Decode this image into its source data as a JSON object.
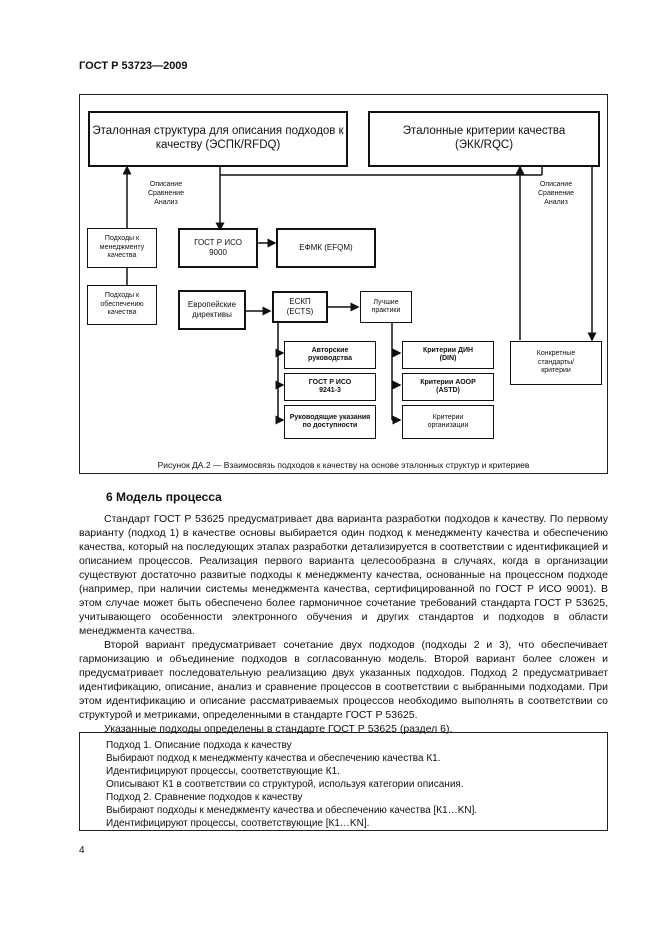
{
  "header": "ГОСТ Р 53723—2009",
  "diagram": {
    "box_escpk": "Эталонная структура для описания подходов к качеству (ЭСПК/RFDQ)",
    "box_ekk": "Эталонные критерии качества (ЭКК/RQC)",
    "label_left": "Описание Сравнение Анализ",
    "label_right": "Описание Сравнение Анализ",
    "box_approach_mgmt": "Подходы к менеджменту качества",
    "box_gost_iso9000": "ГОСТ Р ИСО 9000",
    "box_efqm": "ЕФМК (EFQM)",
    "box_approach_assur": "Подходы к обеспечению качества",
    "box_european": "Европейские директивы",
    "box_ects": "ЕСКП (ECTS)",
    "box_best": "Лучшие практики",
    "box_author": "Авторские руководства",
    "box_gost9241": "ГОСТ Р ИСО 9241-3",
    "box_access": "Руководящие указания по доступности",
    "box_din": "Критерии ДИН (DIN)",
    "box_astd": "Критерии АООР (ASTD)",
    "box_org": "Критерии организации",
    "box_concrete": "Конкретные стандарты/ критерии"
  },
  "caption": "Рисунок ДА.2 — Взаимосвязь подходов к качеству на основе эталонных структур и критериев",
  "section_title": "6  Модель процесса",
  "paragraph1": "Стандарт ГОСТ Р 53625 предусматривает два варианта разработки подходов к качеству. По первому варианту (подход 1) в качестве основы выбирается один подход к менеджменту качества и обеспечению качества, который на последующих этапах разработки детализируется в соответствии с идентификацией и описанием процессов. Реализация первого варианта целесообразна в случаях, когда в организации существуют достаточно развитые подходы к менеджменту качества, основанные на процессном подходе (например, при наличии системы менеджмента качества, сертифицированной по ГОСТ Р ИСО 9001). В этом случае может быть обеспечено более гармоничное сочетание требований стандарта ГОСТ Р 53625, учитывающего особенности электронного обучения и других стандартов и подходов в области менеджмента качества.",
  "paragraph2": "Второй вариант предусматривает сочетание двух подходов (подходы 2 и 3), что обеспечивает гармонизацию и объединение подходов в согласованную модель. Второй вариант более сложен и предусматривает последовательную реализацию двух указанных подходов. Подход 2 предусматривает идентификацию, описание, анализ и сравнение процессов в соответствии с выбранными подходами. При этом идентификацию и описание рассматриваемых процессов необходимо выполнять в соответствии со структурой и метриками, определенными в стандарте ГОСТ Р 53625.",
  "paragraph3": "Указанные подходы определены в стандарте ГОСТ Р 53625 (раздел 6).",
  "box_lines": [
    "Подход 1.  Описание подхода к качеству",
    "Выбирают подход к менеджменту качества и обеспечению качества К1.",
    "Идентифицируют процессы, соответствующие К1.",
    "Описывают К1 в соответствии со структурой, используя категории описания.",
    "Подход 2.  Сравнение подходов к качеству",
    "Выбирают подходы к менеджменту качества и обеспечению качества [К1…KN].",
    "Идентифицируют процессы, соответствующие [К1…KN]."
  ],
  "page_number": "4"
}
